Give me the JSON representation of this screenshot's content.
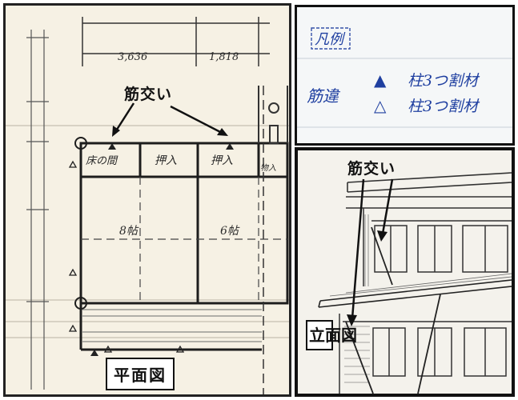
{
  "plan": {
    "label": "平面図",
    "callout": "筋交い",
    "dimensions": [
      "3,636",
      "1,818"
    ],
    "rooms": [
      "床の間",
      "押入",
      "押入",
      "物入",
      "8帖",
      "6帖"
    ]
  },
  "legend": {
    "title": "凡例",
    "category": "筋違",
    "items": [
      {
        "symbol": "▲",
        "text": "柱3つ割材"
      },
      {
        "symbol": "△",
        "text": "柱3つ割材"
      }
    ]
  },
  "elevation": {
    "label": "立面図",
    "callout": "筋交い"
  }
}
